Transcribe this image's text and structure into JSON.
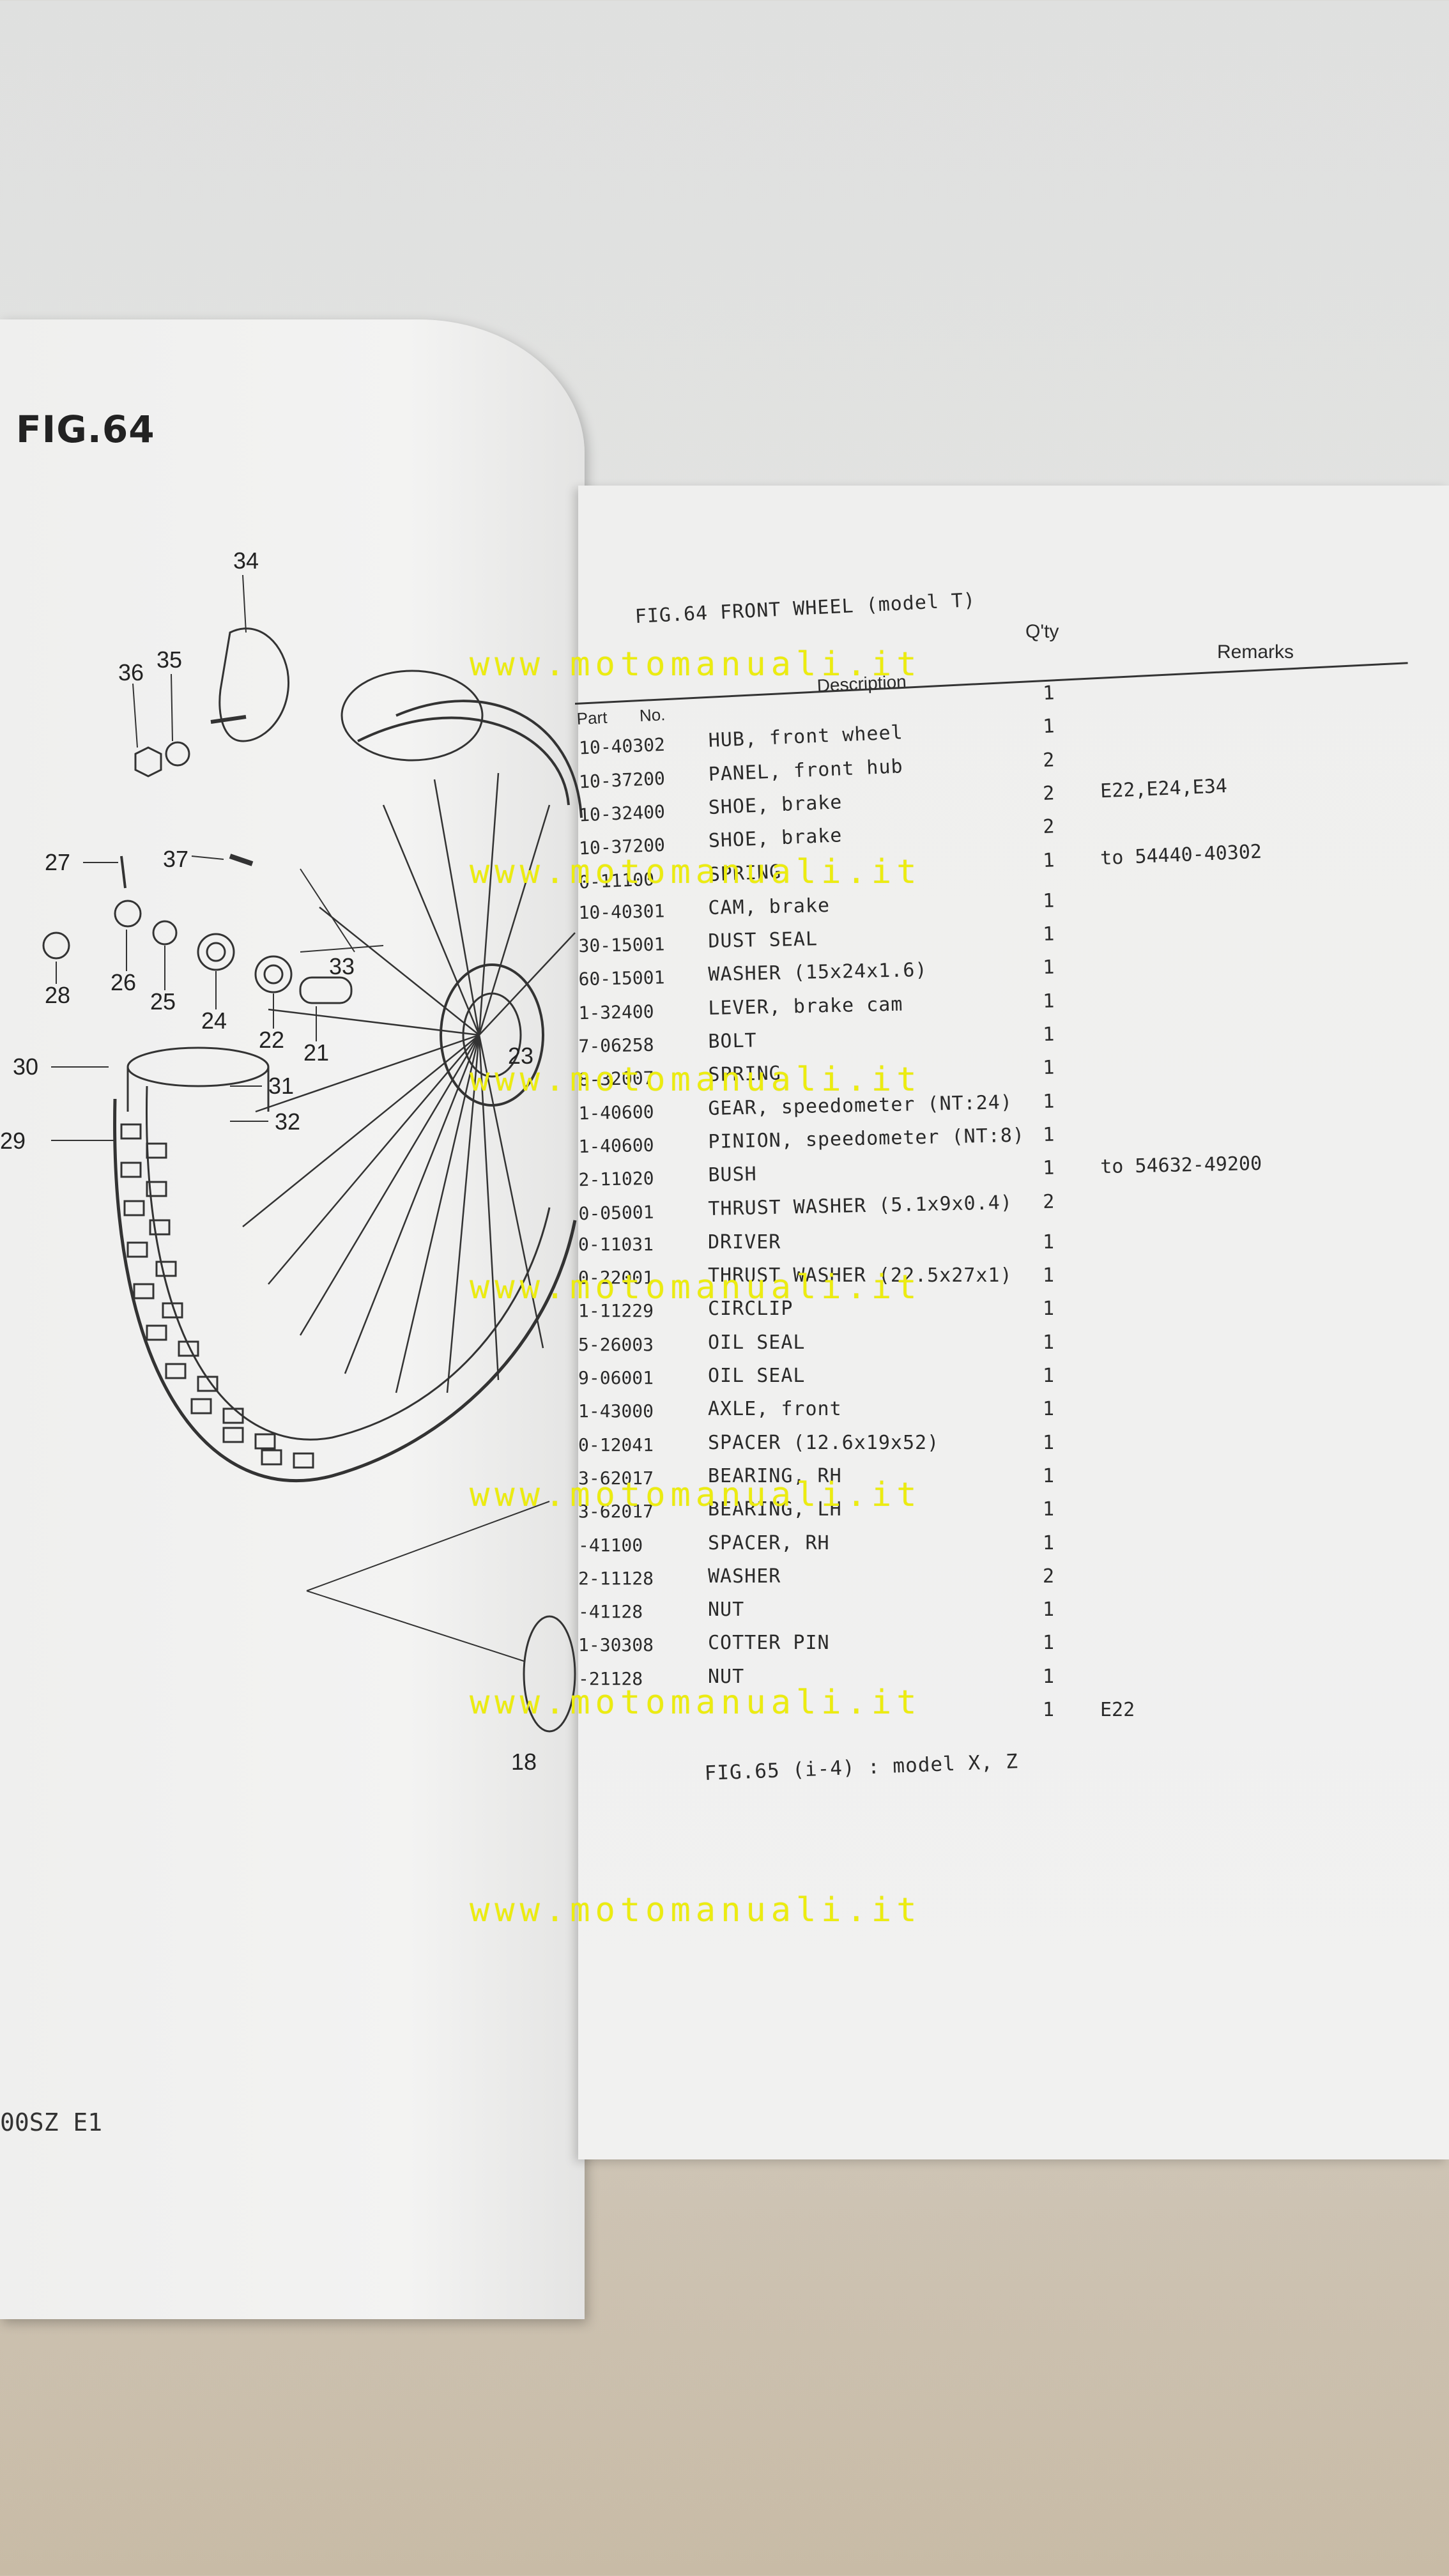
{
  "left_page": {
    "figure_title": "FIG.64",
    "footer_code": "00SZ E1",
    "callouts": [
      "34",
      "35",
      "36",
      "27",
      "37",
      "28",
      "26",
      "25",
      "24",
      "22",
      "21",
      "33",
      "30",
      "31",
      "32",
      "29",
      "23",
      "18"
    ]
  },
  "right_page": {
    "heading_fig": "FIG.64",
    "heading_title": "FRONT WHEEL (model T)",
    "col_part": "Part",
    "col_no": "No.",
    "col_description": "Description",
    "col_qty": "Q'ty",
    "col_remarks": "Remarks",
    "rows": [
      {
        "part_no": "",
        "description": "",
        "qty": "1",
        "remarks": ""
      },
      {
        "part_no": "10-40302",
        "description": "HUB, front wheel",
        "qty": "1",
        "remarks": ""
      },
      {
        "part_no": "10-37200",
        "description": "PANEL, front hub",
        "qty": "2",
        "remarks": ""
      },
      {
        "part_no": "10-32400",
        "description": "SHOE, brake",
        "qty": "2",
        "remarks": "E22,E24,E34"
      },
      {
        "part_no": "10-37200",
        "description": "SHOE, brake",
        "qty": "2",
        "remarks": ""
      },
      {
        "part_no": "0-11100",
        "description": "SPRING",
        "qty": "1",
        "remarks": "to 54440-40302"
      },
      {
        "part_no": "10-40301",
        "description": "CAM, brake",
        "qty": "1",
        "remarks": ""
      },
      {
        "part_no": "30-15001",
        "description": "DUST SEAL",
        "qty": "1",
        "remarks": ""
      },
      {
        "part_no": "60-15001",
        "description": "WASHER (15x24x1.6)",
        "qty": "1",
        "remarks": ""
      },
      {
        "part_no": "1-32400",
        "description": "LEVER, brake cam",
        "qty": "1",
        "remarks": ""
      },
      {
        "part_no": "7-06258",
        "description": "BOLT",
        "qty": "1",
        "remarks": ""
      },
      {
        "part_no": "8-32007",
        "description": "SPRING",
        "qty": "1",
        "remarks": ""
      },
      {
        "part_no": "1-40600",
        "description": "GEAR, speedometer (NT:24)",
        "qty": "1",
        "remarks": ""
      },
      {
        "part_no": "1-40600",
        "description": "PINION, speedometer (NT:8)",
        "qty": "1",
        "remarks": ""
      },
      {
        "part_no": "2-11020",
        "description": "BUSH",
        "qty": "1",
        "remarks": "to 54632-49200"
      },
      {
        "part_no": "0-05001",
        "description": "THRUST WASHER (5.1x9x0.4)",
        "qty": "2",
        "remarks": ""
      },
      {
        "part_no": "0-11031",
        "description": "DRIVER",
        "qty": "1",
        "remarks": ""
      },
      {
        "part_no": "0-22001",
        "description": "THRUST WASHER (22.5x27x1)",
        "qty": "1",
        "remarks": ""
      },
      {
        "part_no": "1-11229",
        "description": "CIRCLIP",
        "qty": "1",
        "remarks": ""
      },
      {
        "part_no": "5-26003",
        "description": "OIL SEAL",
        "qty": "1",
        "remarks": ""
      },
      {
        "part_no": "9-06001",
        "description": "OIL SEAL",
        "qty": "1",
        "remarks": ""
      },
      {
        "part_no": "1-43000",
        "description": "AXLE, front",
        "qty": "1",
        "remarks": ""
      },
      {
        "part_no": "0-12041",
        "description": "SPACER (12.6x19x52)",
        "qty": "1",
        "remarks": ""
      },
      {
        "part_no": "3-62017",
        "description": "BEARING, RH",
        "qty": "1",
        "remarks": ""
      },
      {
        "part_no": "3-62017",
        "description": "BEARING, LH",
        "qty": "1",
        "remarks": ""
      },
      {
        "part_no": "-41100",
        "description": "SPACER, RH",
        "qty": "1",
        "remarks": ""
      },
      {
        "part_no": "2-11128",
        "description": "WASHER",
        "qty": "2",
        "remarks": ""
      },
      {
        "part_no": "-41128",
        "description": "NUT",
        "qty": "1",
        "remarks": ""
      },
      {
        "part_no": "1-30308",
        "description": "COTTER PIN",
        "qty": "1",
        "remarks": ""
      },
      {
        "part_no": "-21128",
        "description": "NUT",
        "qty": "1",
        "remarks": ""
      },
      {
        "part_no": "",
        "description": "",
        "qty": "1",
        "remarks": "E22"
      }
    ],
    "footnote": "FIG.65 (i-4) : model X, Z"
  },
  "watermark": "www.motomanuali.it",
  "colors": {
    "watermark": "#ecec10",
    "ink": "#2a2a2a",
    "paper": "#f1f1f0"
  }
}
